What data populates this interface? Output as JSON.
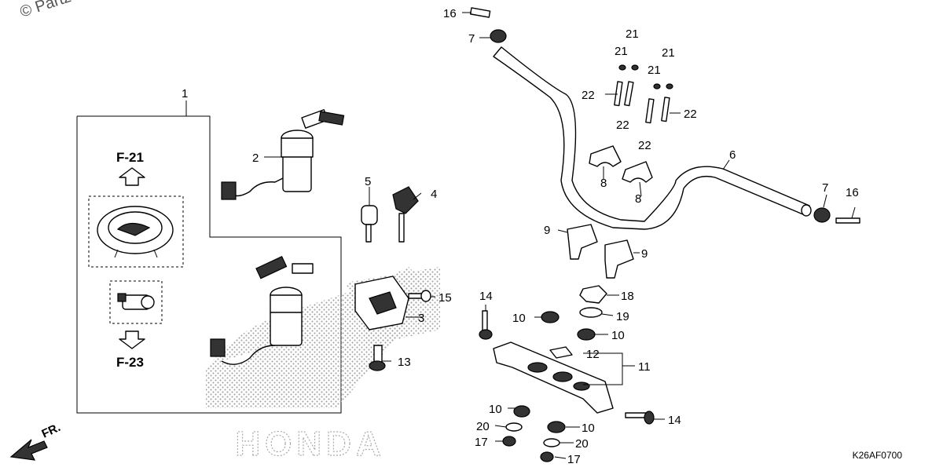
{
  "watermark": "© Partz",
  "diagram_code": "K26AF0700",
  "brand_watermark": "HONDA",
  "references": {
    "up": "F-21",
    "down": "F-23"
  },
  "front_indicator": "FR.",
  "callouts": [
    {
      "id": "c1",
      "label": "1"
    },
    {
      "id": "c2",
      "label": "2"
    },
    {
      "id": "c3",
      "label": "3"
    },
    {
      "id": "c4",
      "label": "4"
    },
    {
      "id": "c5",
      "label": "5"
    },
    {
      "id": "c6",
      "label": "6"
    },
    {
      "id": "c7a",
      "label": "7"
    },
    {
      "id": "c7b",
      "label": "7"
    },
    {
      "id": "c8a",
      "label": "8"
    },
    {
      "id": "c8b",
      "label": "8"
    },
    {
      "id": "c9a",
      "label": "9"
    },
    {
      "id": "c9b",
      "label": "9"
    },
    {
      "id": "c10a",
      "label": "10"
    },
    {
      "id": "c10b",
      "label": "10"
    },
    {
      "id": "c10c",
      "label": "10"
    },
    {
      "id": "c10d",
      "label": "10"
    },
    {
      "id": "c11",
      "label": "11"
    },
    {
      "id": "c12",
      "label": "12"
    },
    {
      "id": "c13",
      "label": "13"
    },
    {
      "id": "c14a",
      "label": "14"
    },
    {
      "id": "c14b",
      "label": "14"
    },
    {
      "id": "c15",
      "label": "15"
    },
    {
      "id": "c16a",
      "label": "16"
    },
    {
      "id": "c16b",
      "label": "16"
    },
    {
      "id": "c17a",
      "label": "17"
    },
    {
      "id": "c17b",
      "label": "17"
    },
    {
      "id": "c18",
      "label": "18"
    },
    {
      "id": "c19",
      "label": "19"
    },
    {
      "id": "c20a",
      "label": "20"
    },
    {
      "id": "c20b",
      "label": "20"
    },
    {
      "id": "c21a",
      "label": "21"
    },
    {
      "id": "c21b",
      "label": "21"
    },
    {
      "id": "c21c",
      "label": "21"
    },
    {
      "id": "c21d",
      "label": "21"
    },
    {
      "id": "c22a",
      "label": "22"
    },
    {
      "id": "c22b",
      "label": "22"
    },
    {
      "id": "c22c",
      "label": "22"
    },
    {
      "id": "c22d",
      "label": "22"
    }
  ]
}
